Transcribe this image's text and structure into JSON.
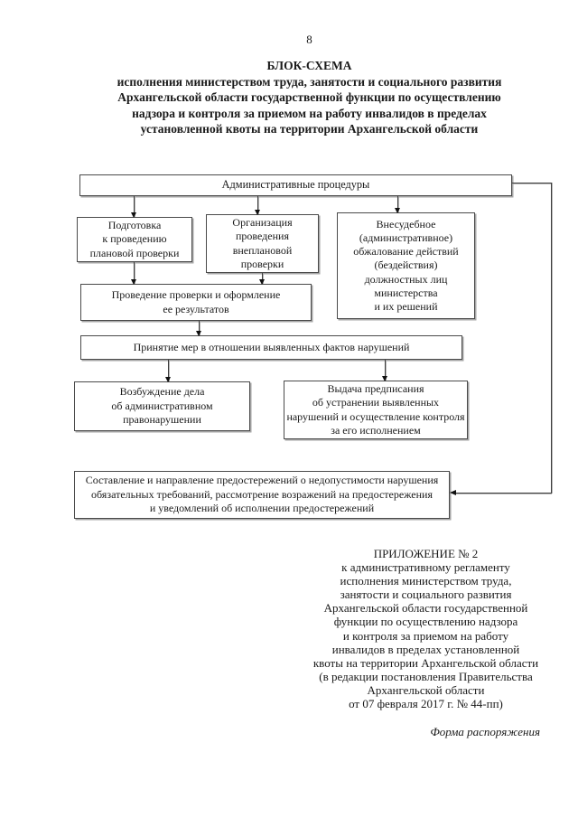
{
  "page": {
    "number": "8"
  },
  "title": {
    "heading": "БЛОК-СХЕМА",
    "lines": [
      "исполнения министерством труда, занятости и социального развития",
      "Архангельской области государственной функции по осуществлению",
      "надзора и контроля за приемом на работу инвалидов в пределах",
      "установленной квоты на территории Архангельской области"
    ]
  },
  "flowchart": {
    "admin_procedures": {
      "lines": [
        "Административные процедуры"
      ]
    },
    "podgotovka": {
      "lines": [
        "Подготовка",
        "к проведению",
        "плановой проверки"
      ]
    },
    "organizatsiya": {
      "lines": [
        "Организация",
        "проведения",
        "внеплановой",
        "проверки"
      ]
    },
    "vnesudebnoe": {
      "lines": [
        "Внесудебное",
        "(административное)",
        "обжалование действий",
        "(бездействия)",
        "должностных лиц",
        "министерства",
        "и их решений"
      ]
    },
    "provedenie": {
      "lines": [
        "Проведение проверки и оформление",
        "ее результатов"
      ]
    },
    "prinyatie": {
      "lines": [
        "Принятие мер в отношении выявленных фактов нарушений"
      ]
    },
    "vozbuzhdenie": {
      "lines": [
        "Возбуждение дела",
        "об административном",
        "правонарушении"
      ]
    },
    "vydacha": {
      "lines": [
        "Выдача предписания",
        "об устранении выявленных",
        "нарушений и осуществление контроля",
        "за его исполнением"
      ]
    },
    "sostavlenie": {
      "lines": [
        "Составление и направление предостережений о недопустимости нарушения",
        "обязательных требований, рассмотрение возражений на предостережения",
        "и уведомлений об исполнении предостережений"
      ]
    }
  },
  "appendix": {
    "lines": [
      "ПРИЛОЖЕНИЕ № 2",
      "к административному регламенту",
      "исполнения министерством труда,",
      "занятости и социального развития",
      "Архангельской области государственной",
      "функции по осуществлению надзора",
      "и контроля за приемом на работу",
      "инвалидов в пределах установленной",
      "квоты на территории Архангельской области",
      "(в редакции постановления Правительства",
      "Архангельской области",
      "от 07 февраля 2017 г. № 44-пп)"
    ]
  },
  "footer": {
    "form_label": "Форма распоряжения"
  },
  "colors": {
    "line": "#3d3d3d",
    "border": "#4a4a4a",
    "text": "#1a1a1a",
    "background": "#ffffff"
  }
}
